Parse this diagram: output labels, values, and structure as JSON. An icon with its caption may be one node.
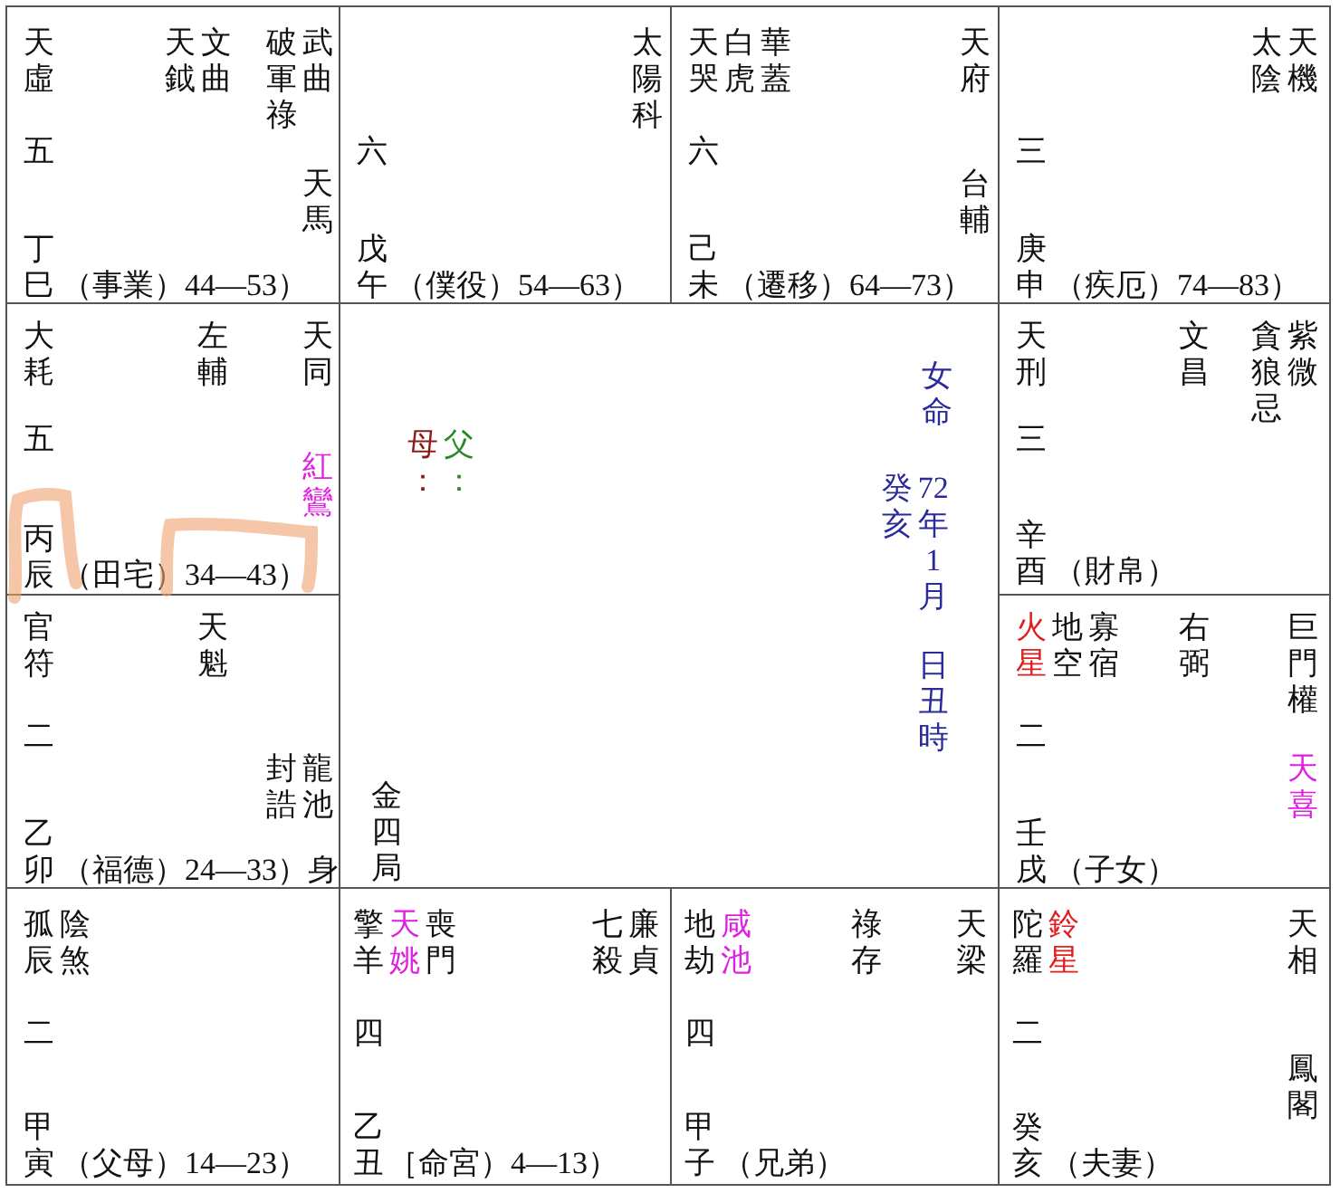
{
  "diagram": {
    "nodes": [
      {
        "text": [
          "天虛",
          "天鉞",
          "文曲",
          "破軍祿",
          "武曲",
          "五",
          "天馬",
          "丁巳",
          "（事業）44—53）"
        ]
      },
      {
        "text": [
          "太陽科",
          "六",
          "戊午",
          "（僕役）54—63）"
        ]
      },
      {
        "text": [
          "天哭",
          "白虎",
          "華蓋",
          "天府",
          "六",
          "台輔",
          "己未",
          "（遷移）64—73）"
        ]
      },
      {
        "text": [
          "太陰",
          "天機",
          "三",
          "庚申",
          "（疾厄）74—83）"
        ]
      },
      {
        "text": [
          "大耗",
          "左輔",
          "天同",
          "五",
          "紅鸞",
          "丙辰",
          "（田宅）34—43）"
        ]
      },
      {
        "text": [
          "母：",
          "父：",
          "女命",
          "癸亥",
          "72年1月",
          "日丑時",
          "金四局"
        ]
      },
      {
        "text": [
          "天刑",
          "文昌",
          "貪狼忌",
          "紫微",
          "三",
          "辛酉",
          "（財帛）"
        ]
      },
      {
        "text": [
          "官符",
          "天魁",
          "二",
          "封誥",
          "龍池",
          "乙卯",
          "（福德）24—33）身"
        ]
      },
      {
        "text": [
          "火星",
          "地空",
          "寡宿",
          "右弼",
          "巨門權",
          "二",
          "天喜",
          "壬戌",
          "（子女）"
        ]
      },
      {
        "text": [
          "孤辰",
          "陰煞",
          "二",
          "甲寅",
          "（父母）14—23）"
        ]
      },
      {
        "text": [
          "擎羊",
          "天姚",
          "喪門",
          "七殺",
          "廉貞",
          "四",
          "乙丑",
          "［命宮）4—13）"
        ]
      },
      {
        "text": [
          "地劫",
          "咸池",
          "祿存",
          "天梁",
          "四",
          "甲子",
          "（兄弟）"
        ]
      },
      {
        "text": [
          "陀羅",
          "鈴星",
          "天相",
          "二",
          "鳳閣",
          "癸亥",
          "（夫妻）"
        ]
      }
    ]
  }
}
